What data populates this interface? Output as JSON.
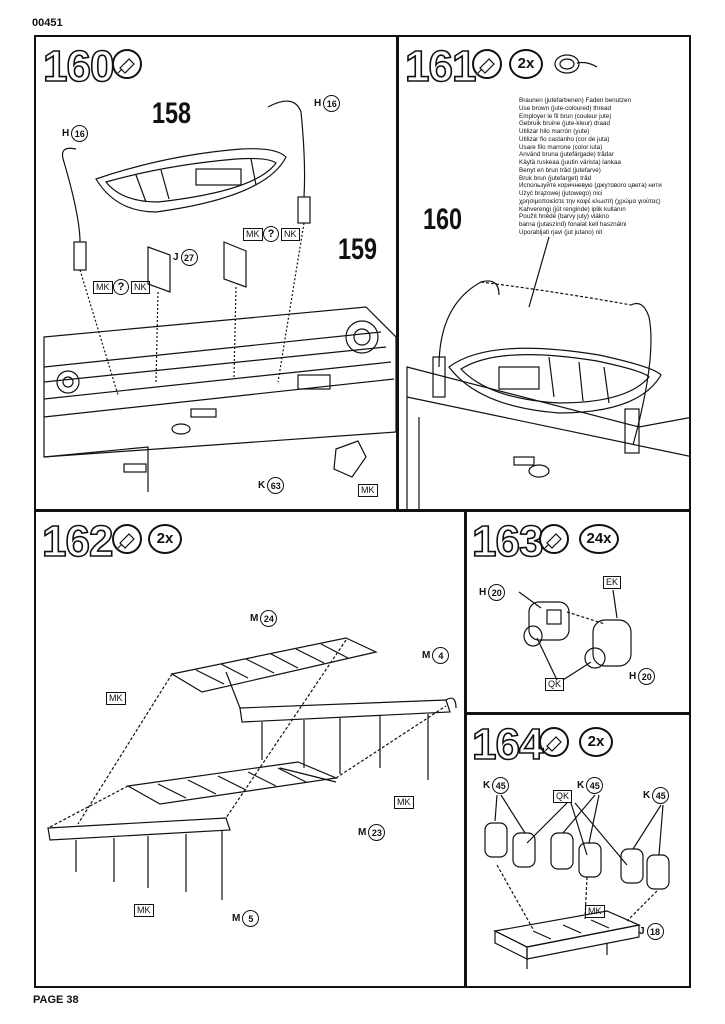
{
  "document_code": "00451",
  "page_label": "PAGE 38",
  "steps": {
    "s160": {
      "number": "160",
      "icon": "glue-tube-icon",
      "labels": {
        "part158": "158",
        "part159": "159",
        "h16_left": {
          "letter": "H",
          "num": "16"
        },
        "h16_right": {
          "letter": "H",
          "num": "16"
        },
        "j27": {
          "letter": "J",
          "num": "27"
        },
        "k63": {
          "letter": "K",
          "num": "63"
        }
      },
      "tags": {
        "mk": "MK",
        "nk": "NK",
        "q": "?"
      }
    },
    "s161": {
      "number": "161",
      "icon": "glue-tube-icon",
      "multiplier": "2x",
      "part160": "160",
      "thread_instructions": [
        "Braunen (jutefarbenen) Faden benutzen",
        "Use brown (jute-coloured) thread",
        "Employer le fil brun (couleur jute)",
        "Gebruik bruine (jute-kleur) draad",
        "Utilizar hilo marrón (yute)",
        "Utilizar fio castanho (cor de juta)",
        "Usare filo marrone (color iuta)",
        "Använd bruna (jutefärgade) trådar",
        "Käytä ruskeaa (juutin värista) lankaa",
        "Benyt en brun tråd (jutefarve)",
        "Bruk brun (jutefarget) tråd",
        "Используйте коричневую (джутового цвета) нити",
        "Użyć brązowej (jutowego) nici",
        "χρησιμοποιείστε την καφέ κλωστή (χρώμα γιούτας)",
        "Kahverengi (jüt renginde) iplik kullanın",
        "Použít hnědé (barvy juty) vlákno",
        "barna (jutaszínű) fonalat kell használni",
        "Uporabljati rjavi (jut jutano) nit"
      ]
    },
    "s162": {
      "number": "162",
      "icon": "glue-tube-icon",
      "multiplier": "2x",
      "labels": {
        "m24": {
          "letter": "M",
          "num": "24"
        },
        "m4": {
          "letter": "M",
          "num": "4"
        },
        "m23": {
          "letter": "M",
          "num": "23"
        },
        "m5": {
          "letter": "M",
          "num": "5"
        }
      },
      "tag_mk": "MK"
    },
    "s163": {
      "number": "163",
      "icon": "glue-tube-icon",
      "multiplier": "24x",
      "labels": {
        "h20_top": {
          "letter": "H",
          "num": "20"
        },
        "h20_bottom": {
          "letter": "H",
          "num": "20"
        }
      },
      "tag_ek": "EK",
      "tag_qk": "QK"
    },
    "s164": {
      "number": "164",
      "icon": "glue-tube-icon",
      "multiplier": "2x",
      "labels": {
        "k45_a": {
          "letter": "K",
          "num": "45"
        },
        "k45_b": {
          "letter": "K",
          "num": "45"
        },
        "k45_c": {
          "letter": "K",
          "num": "45"
        },
        "j18": {
          "letter": "J",
          "num": "18"
        }
      },
      "tag_qk": "QK",
      "tag_mk": "MK"
    }
  }
}
